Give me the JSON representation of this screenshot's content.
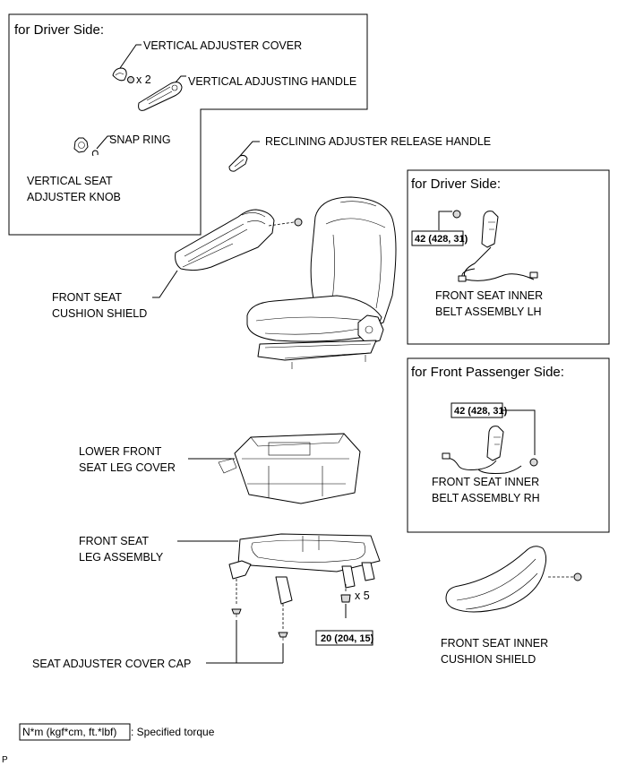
{
  "box_driver_top": {
    "title": "for Driver Side:"
  },
  "box_driver_belt": {
    "title": "for Driver Side:"
  },
  "box_passenger_belt": {
    "title": "for Front Passenger Side:"
  },
  "labels": {
    "vertical_adjuster_cover": "VERTICAL ADJUSTER COVER",
    "qty_x2": "x 2",
    "vertical_adjusting_handle": "VERTICAL ADJUSTING HANDLE",
    "snap_ring": "SNAP RING",
    "vertical_seat_adjuster_knob_1": "VERTICAL SEAT",
    "vertical_seat_adjuster_knob_2": "ADJUSTER KNOB",
    "reclining_release_handle": "RECLINING ADJUSTER RELEASE HANDLE",
    "front_seat_cushion_shield_1": "FRONT SEAT",
    "front_seat_cushion_shield_2": "CUSHION SHIELD",
    "inner_belt_lh_1": "FRONT SEAT INNER",
    "inner_belt_lh_2": "BELT ASSEMBLY LH",
    "inner_belt_rh_1": "FRONT SEAT INNER",
    "inner_belt_rh_2": "BELT ASSEMBLY RH",
    "lower_leg_cover_1": "LOWER FRONT",
    "lower_leg_cover_2": "SEAT LEG COVER",
    "leg_assembly_1": "FRONT SEAT",
    "leg_assembly_2": "LEG ASSEMBLY",
    "qty_x5": "x 5",
    "adjuster_cover_cap": "SEAT ADJUSTER COVER CAP",
    "inner_cushion_shield_1": "FRONT SEAT INNER",
    "inner_cushion_shield_2": "CUSHION SHIELD"
  },
  "torques": {
    "driver_belt": "42 (428, 31)",
    "passenger_belt": "42 (428, 31)",
    "leg_bolts": "20 (204, 15)"
  },
  "legend": {
    "unit": "N*m (kgf*cm, ft.*lbf)",
    "description": ": Specified torque"
  },
  "corner_mark": "P"
}
